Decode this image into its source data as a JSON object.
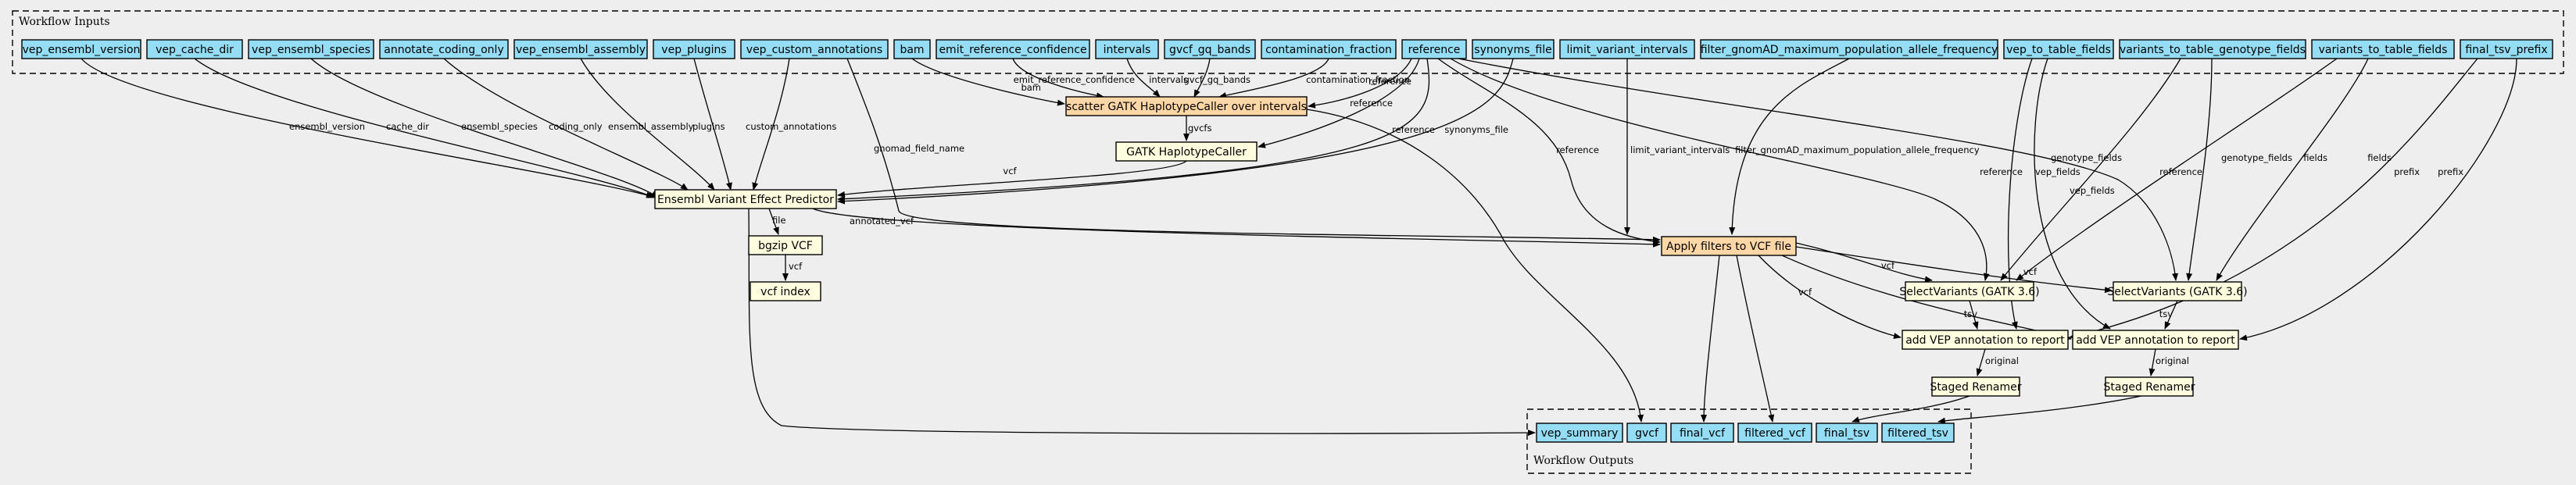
{
  "clusters": {
    "inputs_title": "Workflow Inputs",
    "outputs_title": "Workflow Outputs"
  },
  "colors": {
    "input_fill": "#94ddf4",
    "step_fill": "#ffffe0",
    "scatter_fill": "#ffd6a6",
    "background": "#eeeeee"
  },
  "inputs": [
    "vep_ensembl_version",
    "vep_cache_dir",
    "vep_ensembl_species",
    "annotate_coding_only",
    "vep_ensembl_assembly",
    "vep_plugins",
    "vep_custom_annotations",
    "bam",
    "emit_reference_confidence",
    "intervals",
    "gvcf_gq_bands",
    "contamination_fraction",
    "reference",
    "synonyms_file",
    "limit_variant_intervals",
    "filter_gnomAD_maximum_population_allele_frequency",
    "vep_to_table_fields",
    "variants_to_table_genotype_fields",
    "variants_to_table_fields",
    "final_tsv_prefix"
  ],
  "steps": {
    "scatter": "scatter GATK HaplotypeCaller over intervals",
    "gatk": "GATK HaplotypeCaller",
    "vep": "Ensembl Variant Effect Predictor",
    "bgzip": "bgzip VCF",
    "vcfindex": "vcf index",
    "apply": "Apply filters to VCF file",
    "select1": "SelectVariants (GATK 3.6)",
    "select2": "SelectVariants (GATK 3.6)",
    "addvep1": "add VEP annotation to report",
    "addvep2": "add VEP annotation to report",
    "rename1": "Staged Renamer",
    "rename2": "Staged Renamer"
  },
  "outputs": [
    "vep_summary",
    "gvcf",
    "final_vcf",
    "filtered_vcf",
    "final_tsv",
    "filtered_tsv"
  ],
  "edge_labels": {
    "ensembl_version": "ensembl_version",
    "cache_dir": "cache_dir",
    "ensembl_species": "ensembl_species",
    "coding_only": "coding_only",
    "ensembl_assembly": "ensembl_assembly",
    "plugins": "plugins",
    "custom_annotations": "custom_annotations",
    "gnomad_field_name": "gnomad_field_name",
    "bam": "bam",
    "emit_reference_confidence": "emit_reference_confidence",
    "intervals": "intervals",
    "gvcf_gq_bands": "gvcf_gq_bands",
    "contamination_fraction": "contamination_fraction",
    "reference": "reference",
    "synonyms_file": "synonyms_file",
    "limit_variant_intervals": "limit_variant_intervals",
    "filter_gnomAD": "filter_gnomAD_maximum_population_allele_frequency",
    "gvcfs": "gvcfs",
    "vcf": "vcf",
    "file": "file",
    "annotated_vcf": "annotated_vcf",
    "vep_fields": "vep_fields",
    "genotype_fields": "genotype_fields",
    "fields": "fields",
    "prefix": "prefix",
    "tsv": "tsv",
    "original": "original"
  }
}
